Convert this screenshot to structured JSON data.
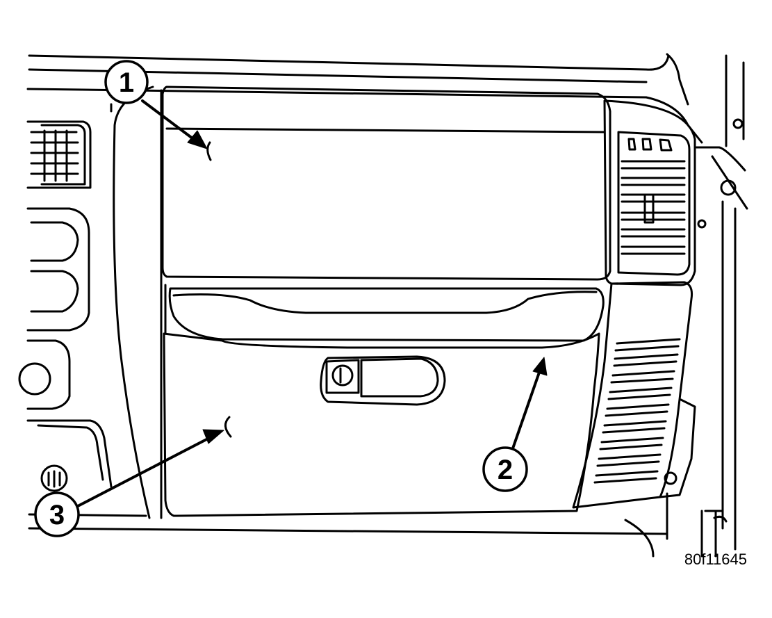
{
  "figure": {
    "id_label": "80f11645"
  },
  "callouts": [
    {
      "number": "1"
    },
    {
      "number": "2"
    },
    {
      "number": "3"
    }
  ],
  "colors": {
    "line": "#000000",
    "fill": "#ffffff"
  }
}
